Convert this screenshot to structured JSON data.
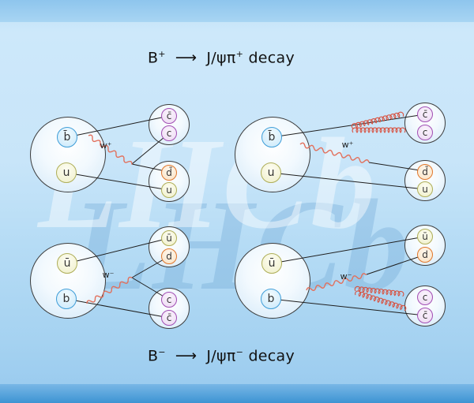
{
  "watermark": {
    "text": "LHCb"
  },
  "titles": {
    "top": {
      "lhs": "B",
      "lhs_sup": "+",
      "arrow": "⟶",
      "rhs": "J/ψπ",
      "rhs_sup": "+",
      "tail": "decay"
    },
    "bottom": {
      "lhs": "B",
      "lhs_sup": "−",
      "arrow": "⟶",
      "rhs": "J/ψπ",
      "rhs_sup": "−",
      "tail": "decay"
    }
  },
  "diagrams": [
    {
      "boson_label": "w⁺",
      "meson_quarks": [
        {
          "label": "b̄",
          "type": "b"
        },
        {
          "label": "u",
          "type": "u"
        }
      ],
      "hadron_top_quarks": [
        {
          "label": "c̄",
          "type": "c"
        },
        {
          "label": "c",
          "type": "c"
        }
      ],
      "hadron_bottom_quarks": [
        {
          "label": "d̄",
          "type": "d"
        },
        {
          "label": "u",
          "type": "u"
        }
      ]
    },
    {
      "boson_label": "w⁺",
      "meson_quarks": [
        {
          "label": "b̄",
          "type": "b"
        },
        {
          "label": "u",
          "type": "u"
        }
      ],
      "hadron_top_quarks": [
        {
          "label": "c̄",
          "type": "c"
        },
        {
          "label": "c",
          "type": "c"
        }
      ],
      "hadron_bottom_quarks": [
        {
          "label": "d̄",
          "type": "d"
        },
        {
          "label": "u",
          "type": "u"
        }
      ]
    },
    {
      "boson_label": "w⁻",
      "meson_quarks": [
        {
          "label": "ū",
          "type": "u"
        },
        {
          "label": "b",
          "type": "b"
        }
      ],
      "hadron_top_quarks": [
        {
          "label": "ū",
          "type": "u"
        },
        {
          "label": "d",
          "type": "d"
        }
      ],
      "hadron_bottom_quarks": [
        {
          "label": "c",
          "type": "c"
        },
        {
          "label": "c̄",
          "type": "c"
        }
      ]
    },
    {
      "boson_label": "w⁻",
      "meson_quarks": [
        {
          "label": "ū",
          "type": "u"
        },
        {
          "label": "b",
          "type": "b"
        }
      ],
      "hadron_top_quarks": [
        {
          "label": "ū",
          "type": "u"
        },
        {
          "label": "d",
          "type": "d"
        }
      ],
      "hadron_bottom_quarks": [
        {
          "label": "c",
          "type": "c"
        },
        {
          "label": "c̄",
          "type": "c"
        }
      ]
    }
  ]
}
